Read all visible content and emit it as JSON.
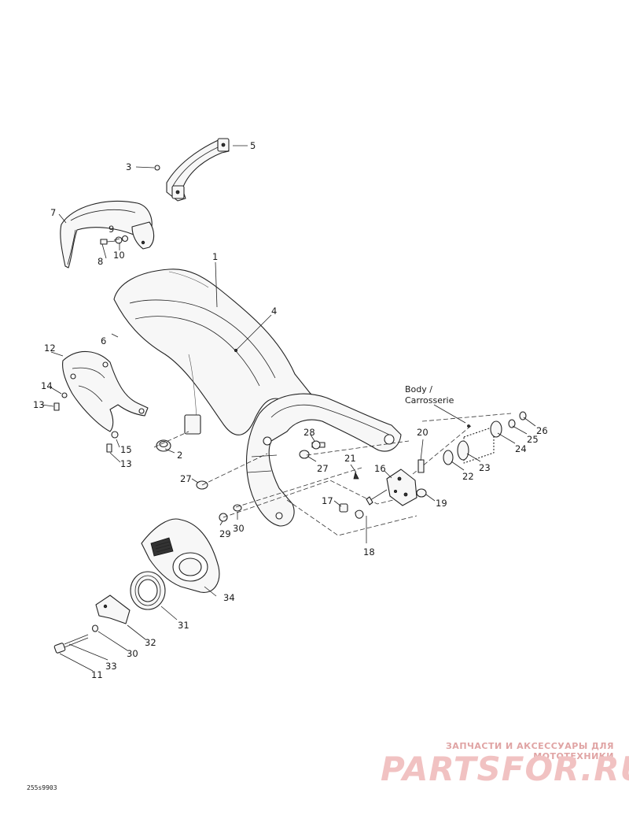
{
  "labels": {
    "p1": "1",
    "p2": "2",
    "p3": "3",
    "p4": "4",
    "p5": "5",
    "p6": "6",
    "p7": "7",
    "p8": "8",
    "p9": "9",
    "p10": "10",
    "p11": "11",
    "p12": "12",
    "p13a": "13",
    "p13b": "13",
    "p14": "14",
    "p15": "15",
    "p16": "16",
    "p17": "17",
    "p18": "18",
    "p19": "19",
    "p20": "20",
    "p21": "21",
    "p22": "22",
    "p23": "23",
    "p24": "24",
    "p25": "25",
    "p26": "26",
    "p27a": "27",
    "p27b": "27",
    "p28": "28",
    "p29": "29",
    "p30a": "30",
    "p30b": "30",
    "p31": "31",
    "p32": "32",
    "p33": "33",
    "p34": "34"
  },
  "body_label": {
    "line1": "Body /",
    "line2": "Carrosserie"
  },
  "watermark": {
    "line1": "ЗАПЧАСТИ И АКСЕССУАРЫ ДЛЯ МОТОТЕХНИКИ",
    "line2": "PARTSFOR.RU",
    "color": "#e08080"
  },
  "diagram_code": "255s9903"
}
